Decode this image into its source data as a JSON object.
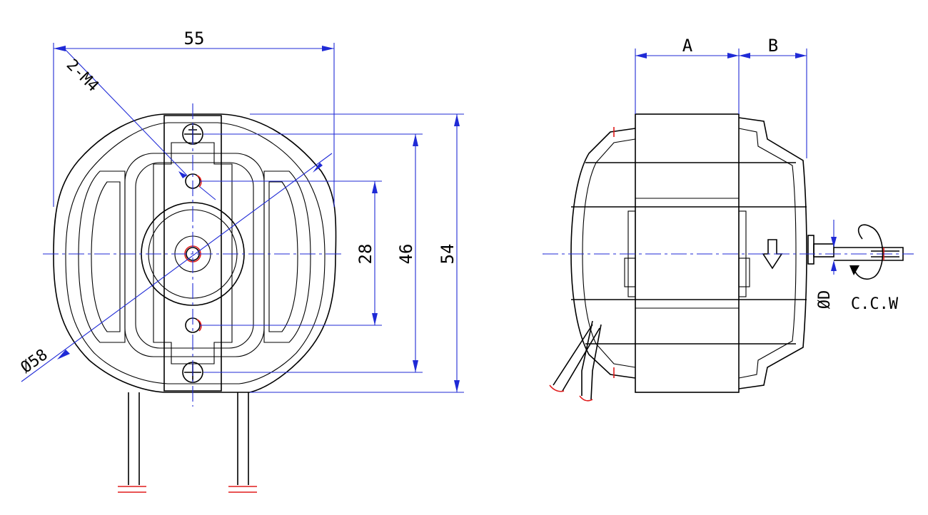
{
  "front_view": {
    "width_dim": "55",
    "height_dim_outer": "54",
    "height_dim_mid": "46",
    "height_dim_inner": "28",
    "diameter_dim": "Ø58",
    "hole_callout": "2-M4"
  },
  "side_view": {
    "dim_a": "A",
    "dim_b": "B",
    "shaft_diameter": "ØD",
    "rotation": "C.C.W"
  },
  "colors": {
    "outline": "#000000",
    "dimension": "#1f2ad6",
    "highlight": "#e01b1b"
  }
}
